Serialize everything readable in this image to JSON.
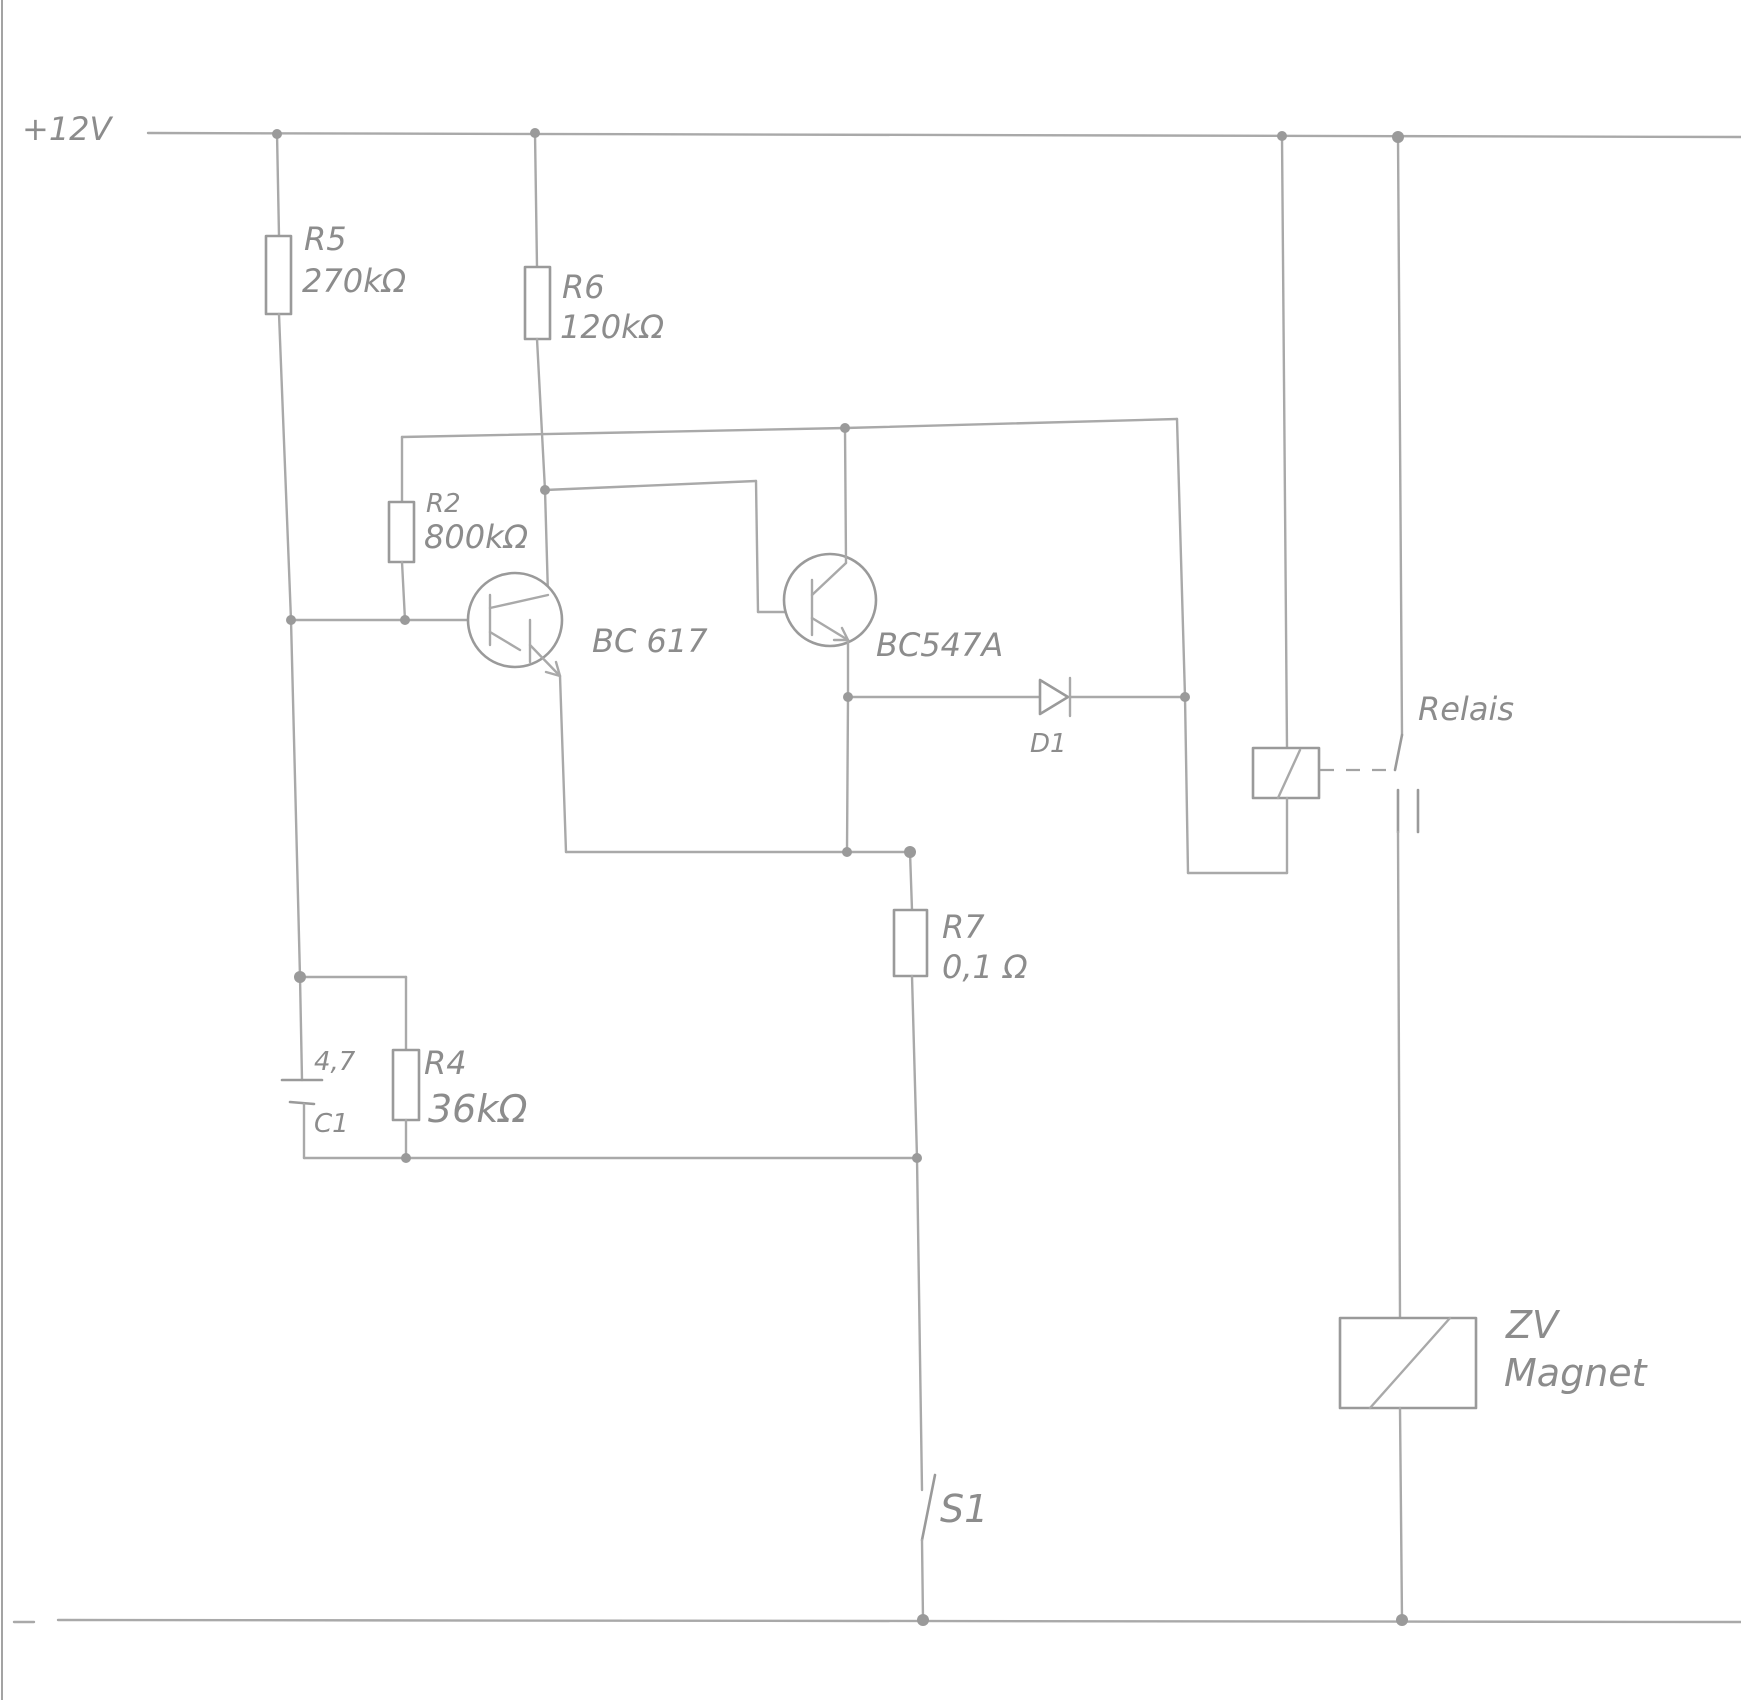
{
  "rails": {
    "positive": "+12V",
    "negative": ""
  },
  "components": {
    "r5": {
      "name": "R5",
      "value": "270kΩ"
    },
    "r6": {
      "name": "R6",
      "value": "120kΩ"
    },
    "r2": {
      "name": "R2",
      "value": "800kΩ"
    },
    "r4": {
      "name": "R4",
      "value": "36kΩ"
    },
    "r7": {
      "name": "R7",
      "value": "0,1 Ω"
    },
    "c1": {
      "name": "C1",
      "value": "4,7"
    },
    "q1": {
      "type": "BC 617"
    },
    "q2": {
      "type": "BC547A"
    },
    "d1": {
      "name": "D1"
    },
    "relay": {
      "name": "Relais"
    },
    "magnet": {
      "line1": "ZV",
      "line2": "Magnet"
    },
    "switch": {
      "name": "S1"
    }
  }
}
